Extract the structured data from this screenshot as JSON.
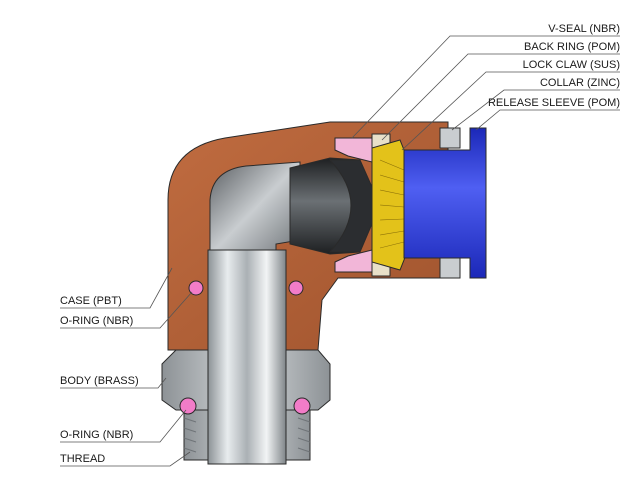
{
  "labels_right": [
    {
      "text": "V-SEAL (NBR)"
    },
    {
      "text": "BACK RING (POM)"
    },
    {
      "text": "LOCK CLAW (SUS)"
    },
    {
      "text": "COLLAR (ZINC)"
    },
    {
      "text": "RELEASE SLEEVE (POM)"
    }
  ],
  "labels_left": [
    {
      "text": "CASE (PBT)"
    },
    {
      "text": "O-RING (NBR)"
    },
    {
      "text": "BODY (BRASS)"
    },
    {
      "text": "O-RING (NBR)"
    },
    {
      "text": "THREAD"
    }
  ],
  "colors": {
    "case": "#b5633a",
    "body": "#b8bcbf",
    "release_sleeve": "#2f3fd8",
    "lock_claw": "#e3c21a",
    "v_seal": "#f2b6d8",
    "o_ring": "#f27cc8",
    "tube": "#3a3d40"
  }
}
